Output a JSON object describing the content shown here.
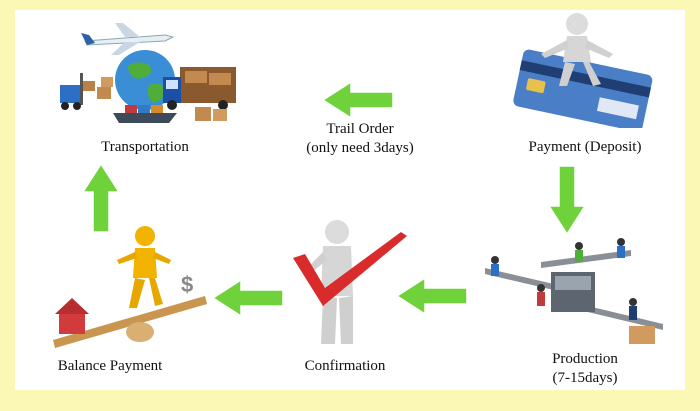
{
  "colors": {
    "background": "#fbf8b6",
    "panel": "#ffffff",
    "arrow": "#6fd23a",
    "figure": "#d9d9d9",
    "accent_gold": "#f2b200",
    "check_red": "#d92b2b"
  },
  "steps": {
    "transportation": {
      "label": "Transportation",
      "icon": "transportation-icon"
    },
    "trail_order": {
      "line1": "Trail Order",
      "line2": "(only need 3days)"
    },
    "payment": {
      "label": "Payment (Deposit)",
      "icon": "credit-card-icon"
    },
    "production": {
      "line1": "Production",
      "line2": "(7-15days)",
      "icon": "factory-line-icon"
    },
    "confirmation": {
      "label": "Confirmation",
      "icon": "checkmark-figure-icon"
    },
    "balance": {
      "label": "Balance Payment",
      "icon": "balance-scale-icon"
    }
  },
  "arrows": [
    "arrow-left",
    "arrow-down",
    "arrow-left",
    "arrow-left",
    "arrow-up"
  ]
}
